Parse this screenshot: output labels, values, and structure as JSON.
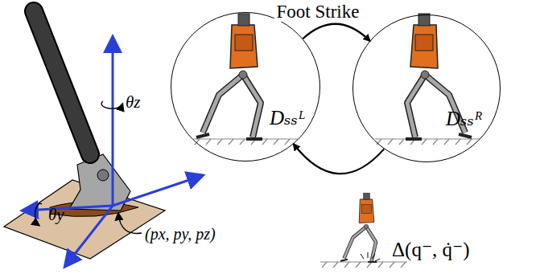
{
  "diagram": {
    "nodes": [
      {
        "text": [
          "Dₛₛᴸ"
        ]
      },
      {
        "text": [
          "Dₛₛᴿ"
        ]
      }
    ],
    "edges": [
      {
        "from": 0,
        "to": 1,
        "arrow": "to",
        "label": "Foot Strike"
      },
      {
        "from": 1,
        "to": 0,
        "arrow": "to",
        "label": "Δ(q⁻, q̇⁻)"
      }
    ],
    "labels": [
      "θz",
      "θy",
      "(px, py, pz)"
    ]
  }
}
